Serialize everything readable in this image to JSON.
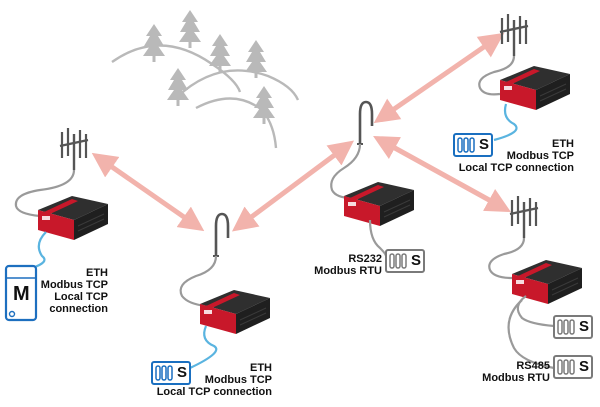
{
  "colors": {
    "router_red": "#c8182a",
    "router_dark": "#262626",
    "link_arrow": "#f2b3ac",
    "cable_blue": "#5ab4e0",
    "cable_gray": "#9a9a9a",
    "forest": "#b9b9b9",
    "eth_device_blue": "#1a6fc0",
    "master_blue": "#1d6fbf"
  },
  "icons": [
    "tree-icon",
    "yagi-antenna-icon",
    "whip-antenna-icon",
    "router-icon",
    "master-computer-icon",
    "slave-device-icon"
  ],
  "master": {
    "letter": "M"
  },
  "slave_letter": "S",
  "labels": {
    "left_eth": [
      "ETH",
      "Modbus TCP",
      "Local TCP",
      "connection"
    ],
    "center_bottom_eth": [
      "ETH",
      "Modbus TCP",
      "Local TCP connection"
    ],
    "rs232": [
      "RS232",
      "Modbus RTU"
    ],
    "top_right_eth": [
      "ETH",
      "Modbus TCP",
      "Local TCP connection"
    ],
    "rs485": [
      "RS485",
      "Modbus RTU"
    ]
  }
}
